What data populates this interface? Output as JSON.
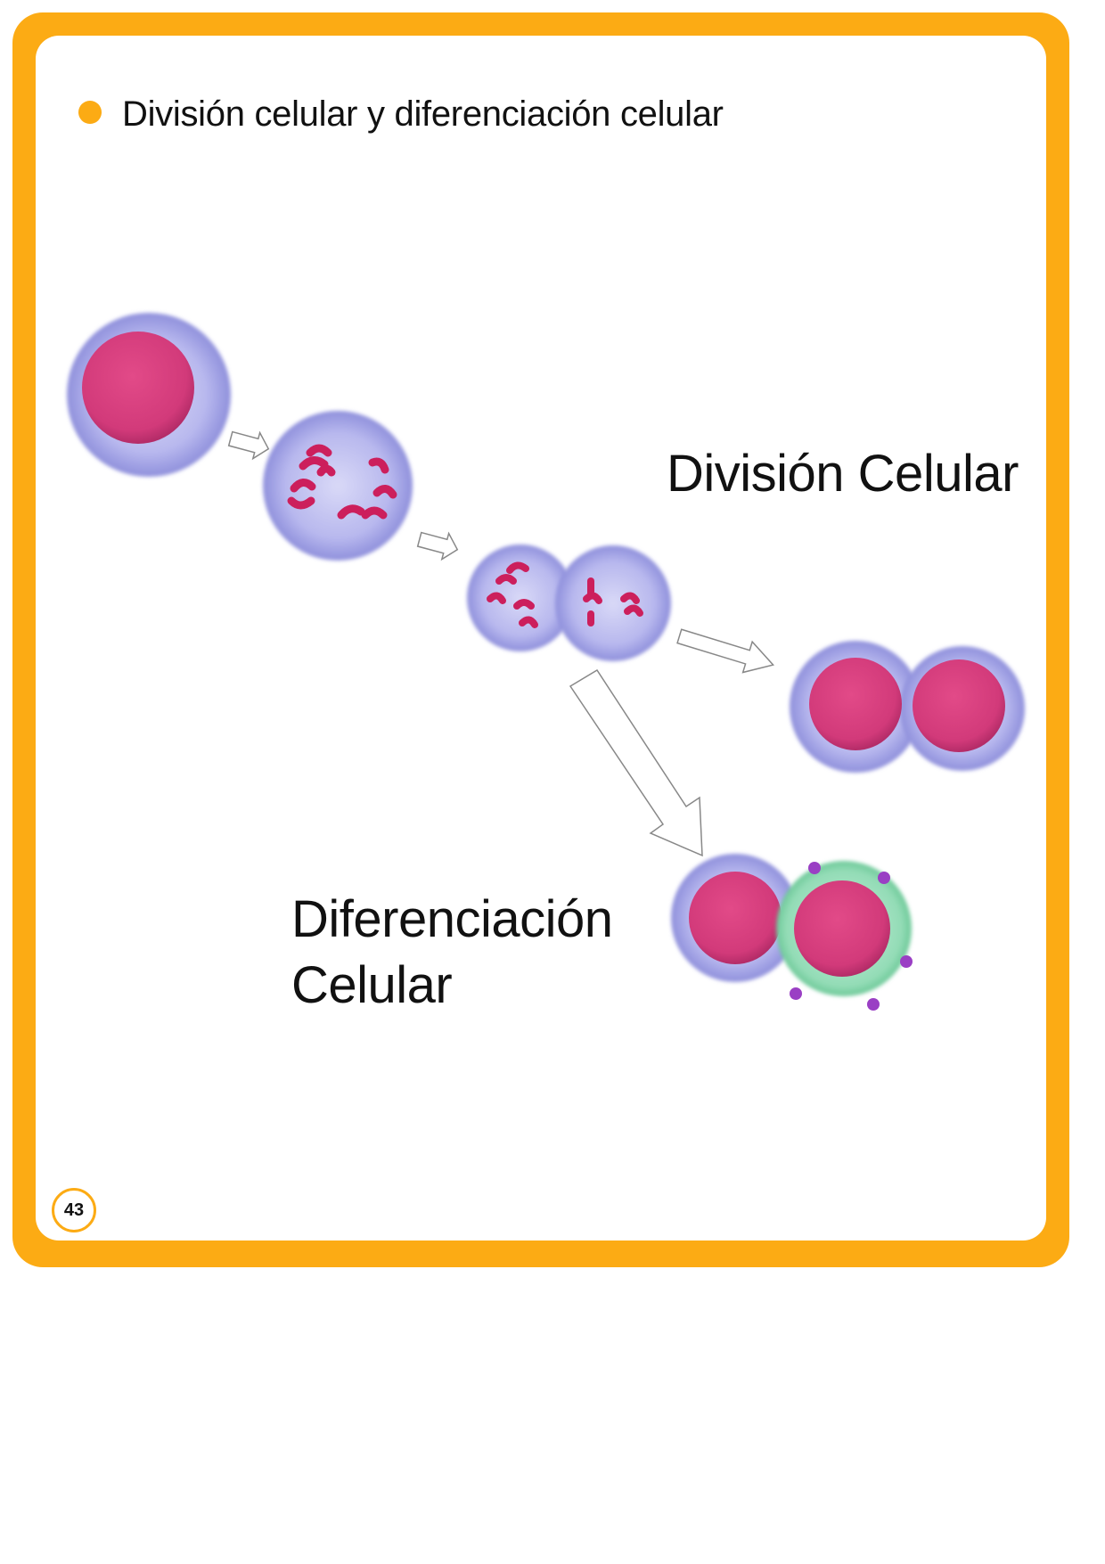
{
  "page": {
    "heading": "División celular y diferenciación celular",
    "page_number": "43"
  },
  "labels": {
    "division": "División Celular",
    "differentiation_line1": "Diferenciación",
    "differentiation_line2": "Celular"
  },
  "colors": {
    "frame": "#fcab14",
    "cytoplasm": "#b7b8ec",
    "nucleus": "#d43a7a",
    "chromosome": "#cc1f5c",
    "differentiated_membrane": "#8ed9b0",
    "membrane_marker": "#9a3fc4"
  }
}
